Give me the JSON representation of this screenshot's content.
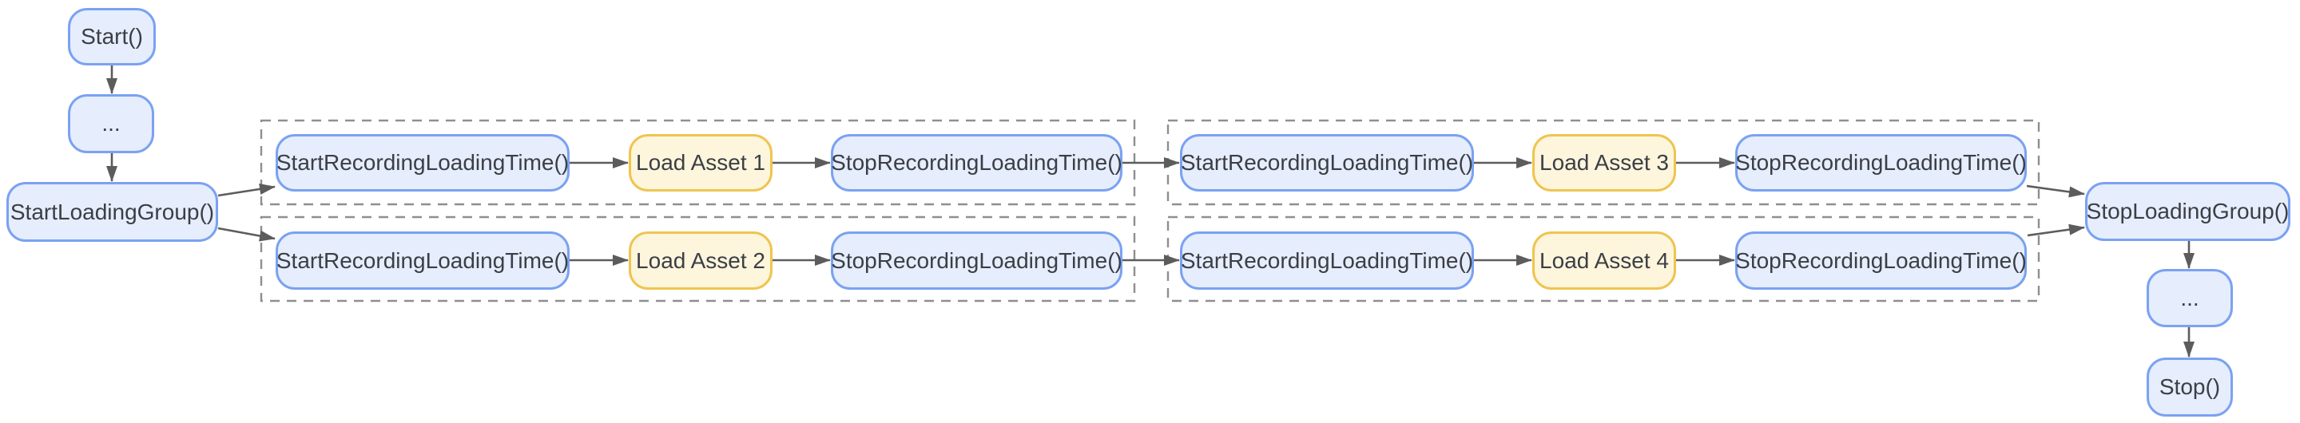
{
  "diagram": {
    "left_flow": {
      "start": "Start()",
      "ellipsis": "...",
      "start_loading_group": "StartLoadingGroup()"
    },
    "groups": [
      {
        "rows": [
          {
            "start": "StartRecordingLoadingTime()",
            "load": "Load Asset 1",
            "stop": "StopRecordingLoadingTime()"
          },
          {
            "start": "StartRecordingLoadingTime()",
            "load": "Load Asset 2",
            "stop": "StopRecordingLoadingTime()"
          }
        ]
      },
      {
        "rows": [
          {
            "start": "StartRecordingLoadingTime()",
            "load": "Load Asset 3",
            "stop": "StopRecordingLoadingTime()"
          },
          {
            "start": "StartRecordingLoadingTime()",
            "load": "Load Asset 4",
            "stop": "StopRecordingLoadingTime()"
          }
        ]
      }
    ],
    "right_flow": {
      "stop_loading_group": "StopLoadingGroup()",
      "ellipsis": "...",
      "stop": "Stop()"
    }
  },
  "colors": {
    "node_fill_blue": "#e6edfc",
    "node_border_blue": "#7aa2f2",
    "node_fill_yellow": "#fdf5dc",
    "node_border_yellow": "#efc44f",
    "text": "#3b3f45",
    "arrow": "#5c5c5c",
    "dashed_border": "#8f8f8f",
    "background": "#ffffff"
  }
}
